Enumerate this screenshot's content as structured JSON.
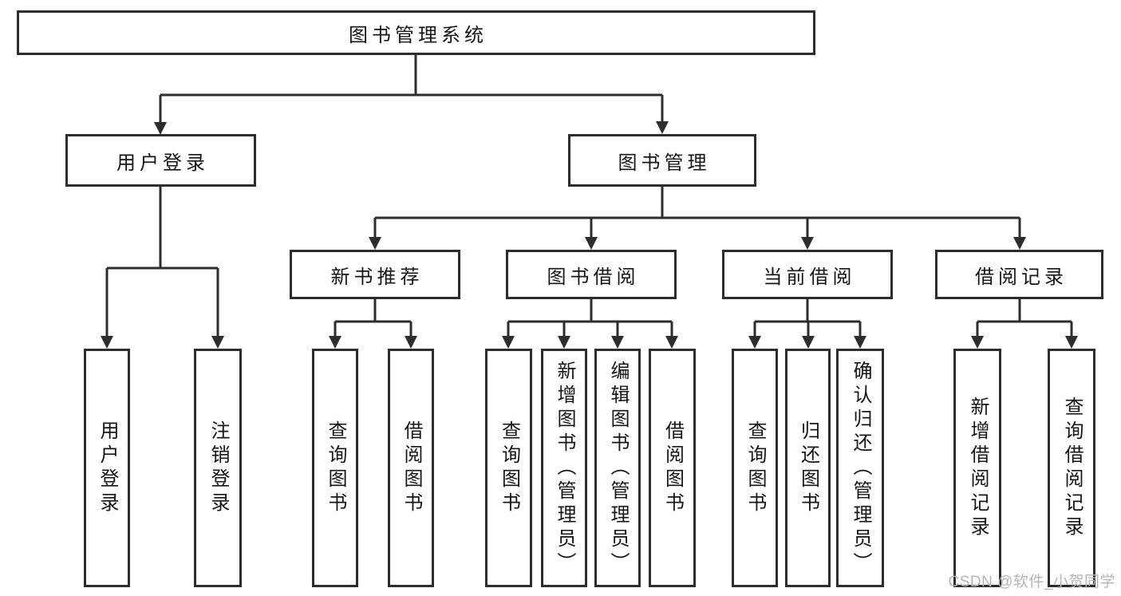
{
  "tree": {
    "root": "图书管理系统",
    "branches": [
      {
        "label": "用户登录",
        "children": [
          {
            "label": "用户登录"
          },
          {
            "label": "注销登录"
          }
        ]
      },
      {
        "label": "图书管理",
        "children": [
          {
            "label": "新书推荐",
            "children": [
              {
                "label": "查询图书"
              },
              {
                "label": "借阅图书"
              }
            ]
          },
          {
            "label": "图书借阅",
            "children": [
              {
                "label": "查询图书"
              },
              {
                "label": "新增图书（管理员）"
              },
              {
                "label": "编辑图书（管理员）"
              },
              {
                "label": "借阅图书"
              }
            ]
          },
          {
            "label": "当前借阅",
            "children": [
              {
                "label": "查询图书"
              },
              {
                "label": "归还图书"
              },
              {
                "label": "确认归还（管理员）"
              }
            ]
          },
          {
            "label": "借阅记录",
            "children": [
              {
                "label": "新增借阅记录"
              },
              {
                "label": "查询借阅记录"
              }
            ]
          }
        ]
      }
    ]
  },
  "watermark": "CSDN @软件_小贺同学",
  "colors": {
    "background": "#ffffff",
    "line": "#2d2d2d",
    "box_border": "#2d2d2d",
    "text": "#151515",
    "watermark": "#b5b5b5"
  }
}
